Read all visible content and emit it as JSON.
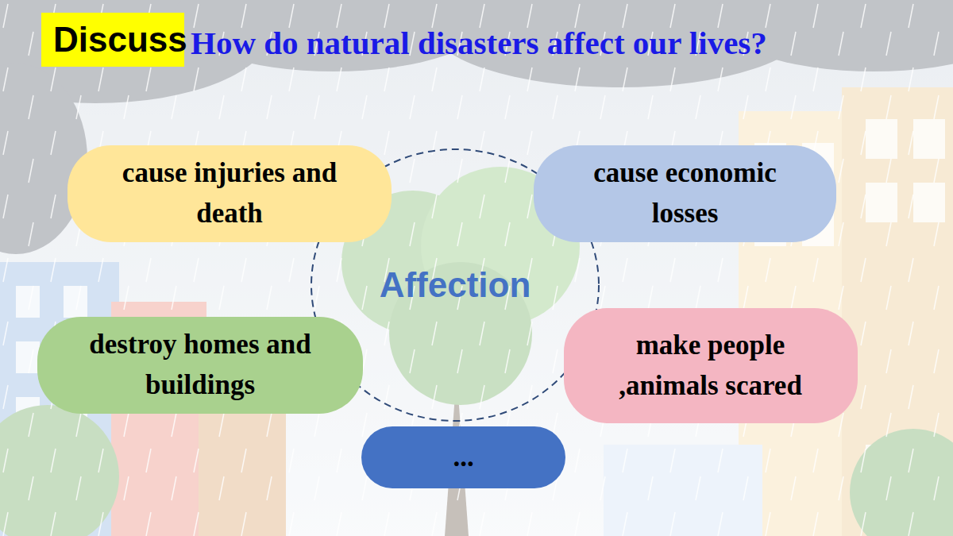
{
  "diagram": {
    "title": "How do natural disasters affect our lives?",
    "nodes": [
      {
        "text": [
          "Discuss"
        ]
      },
      {
        "text": [
          "cause injuries and death"
        ]
      },
      {
        "text": [
          "cause economic losses"
        ]
      },
      {
        "text": [
          "Affection"
        ]
      },
      {
        "text": [
          "destroy homes and buildings"
        ]
      },
      {
        "text": [
          "make people ,animals scared"
        ]
      },
      {
        "text": [
          "..."
        ]
      }
    ],
    "edges": []
  }
}
